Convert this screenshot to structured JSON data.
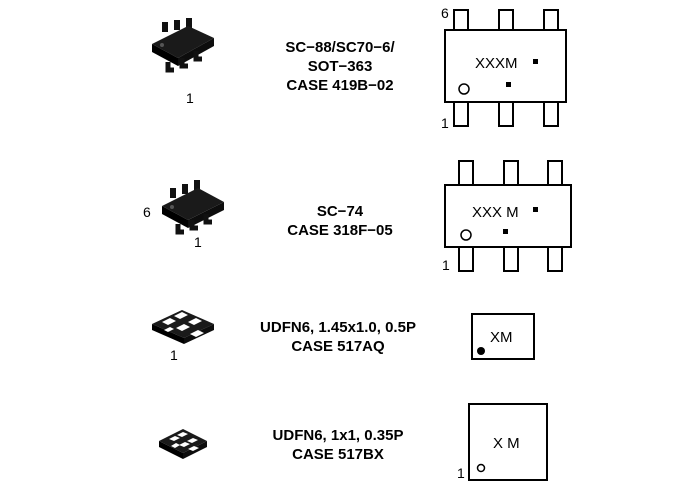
{
  "packages": [
    {
      "title_lines": [
        "SC−88/SC70−6/",
        "SOT−363",
        "CASE 419B−02"
      ],
      "photo_pin_label": "1",
      "marking": "XXXM",
      "marking_pin_top": "6",
      "marking_pin_bottom": "1"
    },
    {
      "title_lines": [
        "SC−74",
        "CASE 318F−05"
      ],
      "photo_pin_label_left": "6",
      "photo_pin_label_bottom": "1",
      "marking": "XXX M",
      "marking_pin_bottom": "1"
    },
    {
      "title_lines": [
        "UDFN6, 1.45x1.0, 0.5P",
        "CASE 517AQ"
      ],
      "photo_pin_label": "1",
      "marking": "XM"
    },
    {
      "title_lines": [
        "UDFN6, 1x1, 0.35P",
        "CASE 517BX"
      ],
      "marking": "X M",
      "marking_pin_bottom": "1"
    }
  ]
}
